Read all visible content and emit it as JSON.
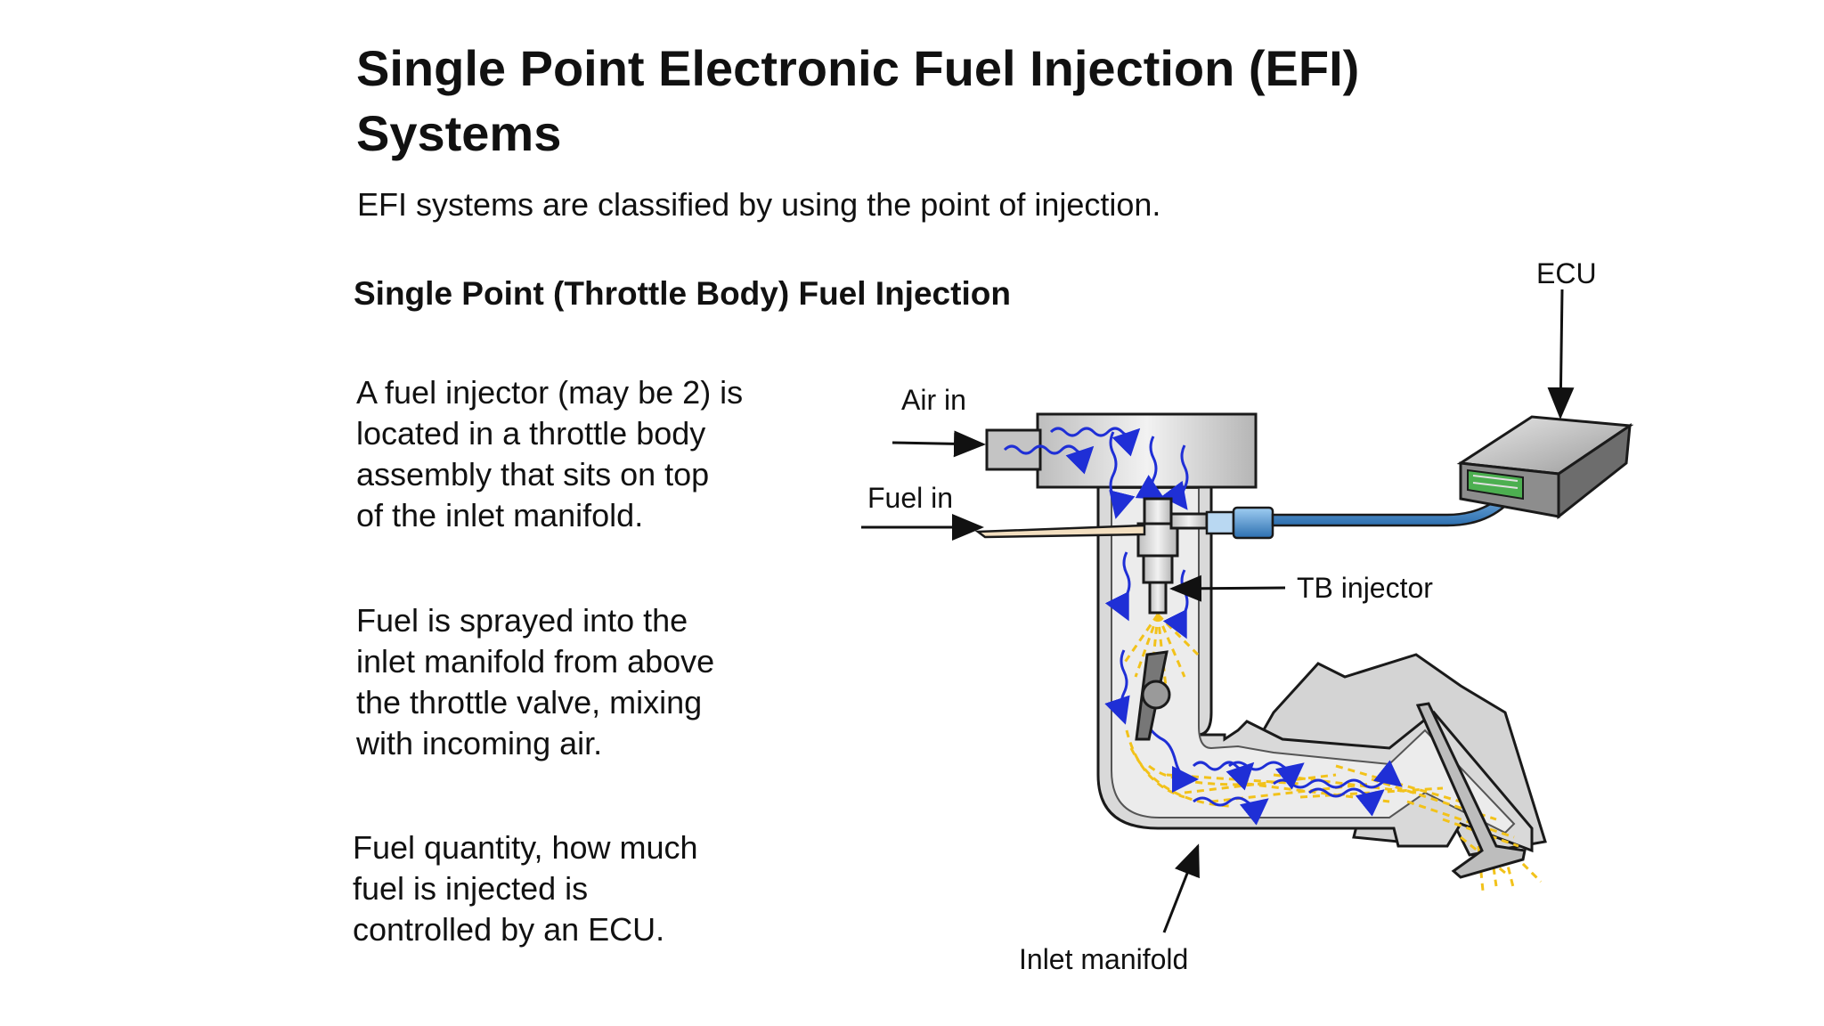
{
  "slide": {
    "title": "Single Point Electronic Fuel Injection (EFI) Systems",
    "subtitle": "EFI systems are classified by using the point of injection.",
    "section_heading": "Single Point (Throttle Body) Fuel Injection",
    "paragraphs": [
      [
        "A fuel injector (may be 2) is",
        "located in a throttle body",
        "assembly that sits on top",
        "of the inlet manifold."
      ],
      [
        "Fuel is sprayed into the",
        "inlet manifold from above",
        "the throttle valve, mixing",
        "with incoming air."
      ],
      [
        "Fuel quantity, how much",
        "fuel is injected is",
        "controlled by an ECU."
      ]
    ]
  },
  "diagram": {
    "labels": {
      "ecu": "ECU",
      "air_in": "Air in",
      "fuel_in": "Fuel in",
      "tb_injector": "TB injector",
      "inlet_manifold": "Inlet manifold"
    },
    "colors": {
      "body_gray": "#cfcfcf",
      "outline": "#1a1a1a",
      "air_flow": "#1f2fd6",
      "fuel_spray": "#f2c21a",
      "fuel_line": "#3a7fc4",
      "ecu_case": "#a8a8a8",
      "ecu_connector": "#4caf50"
    }
  }
}
